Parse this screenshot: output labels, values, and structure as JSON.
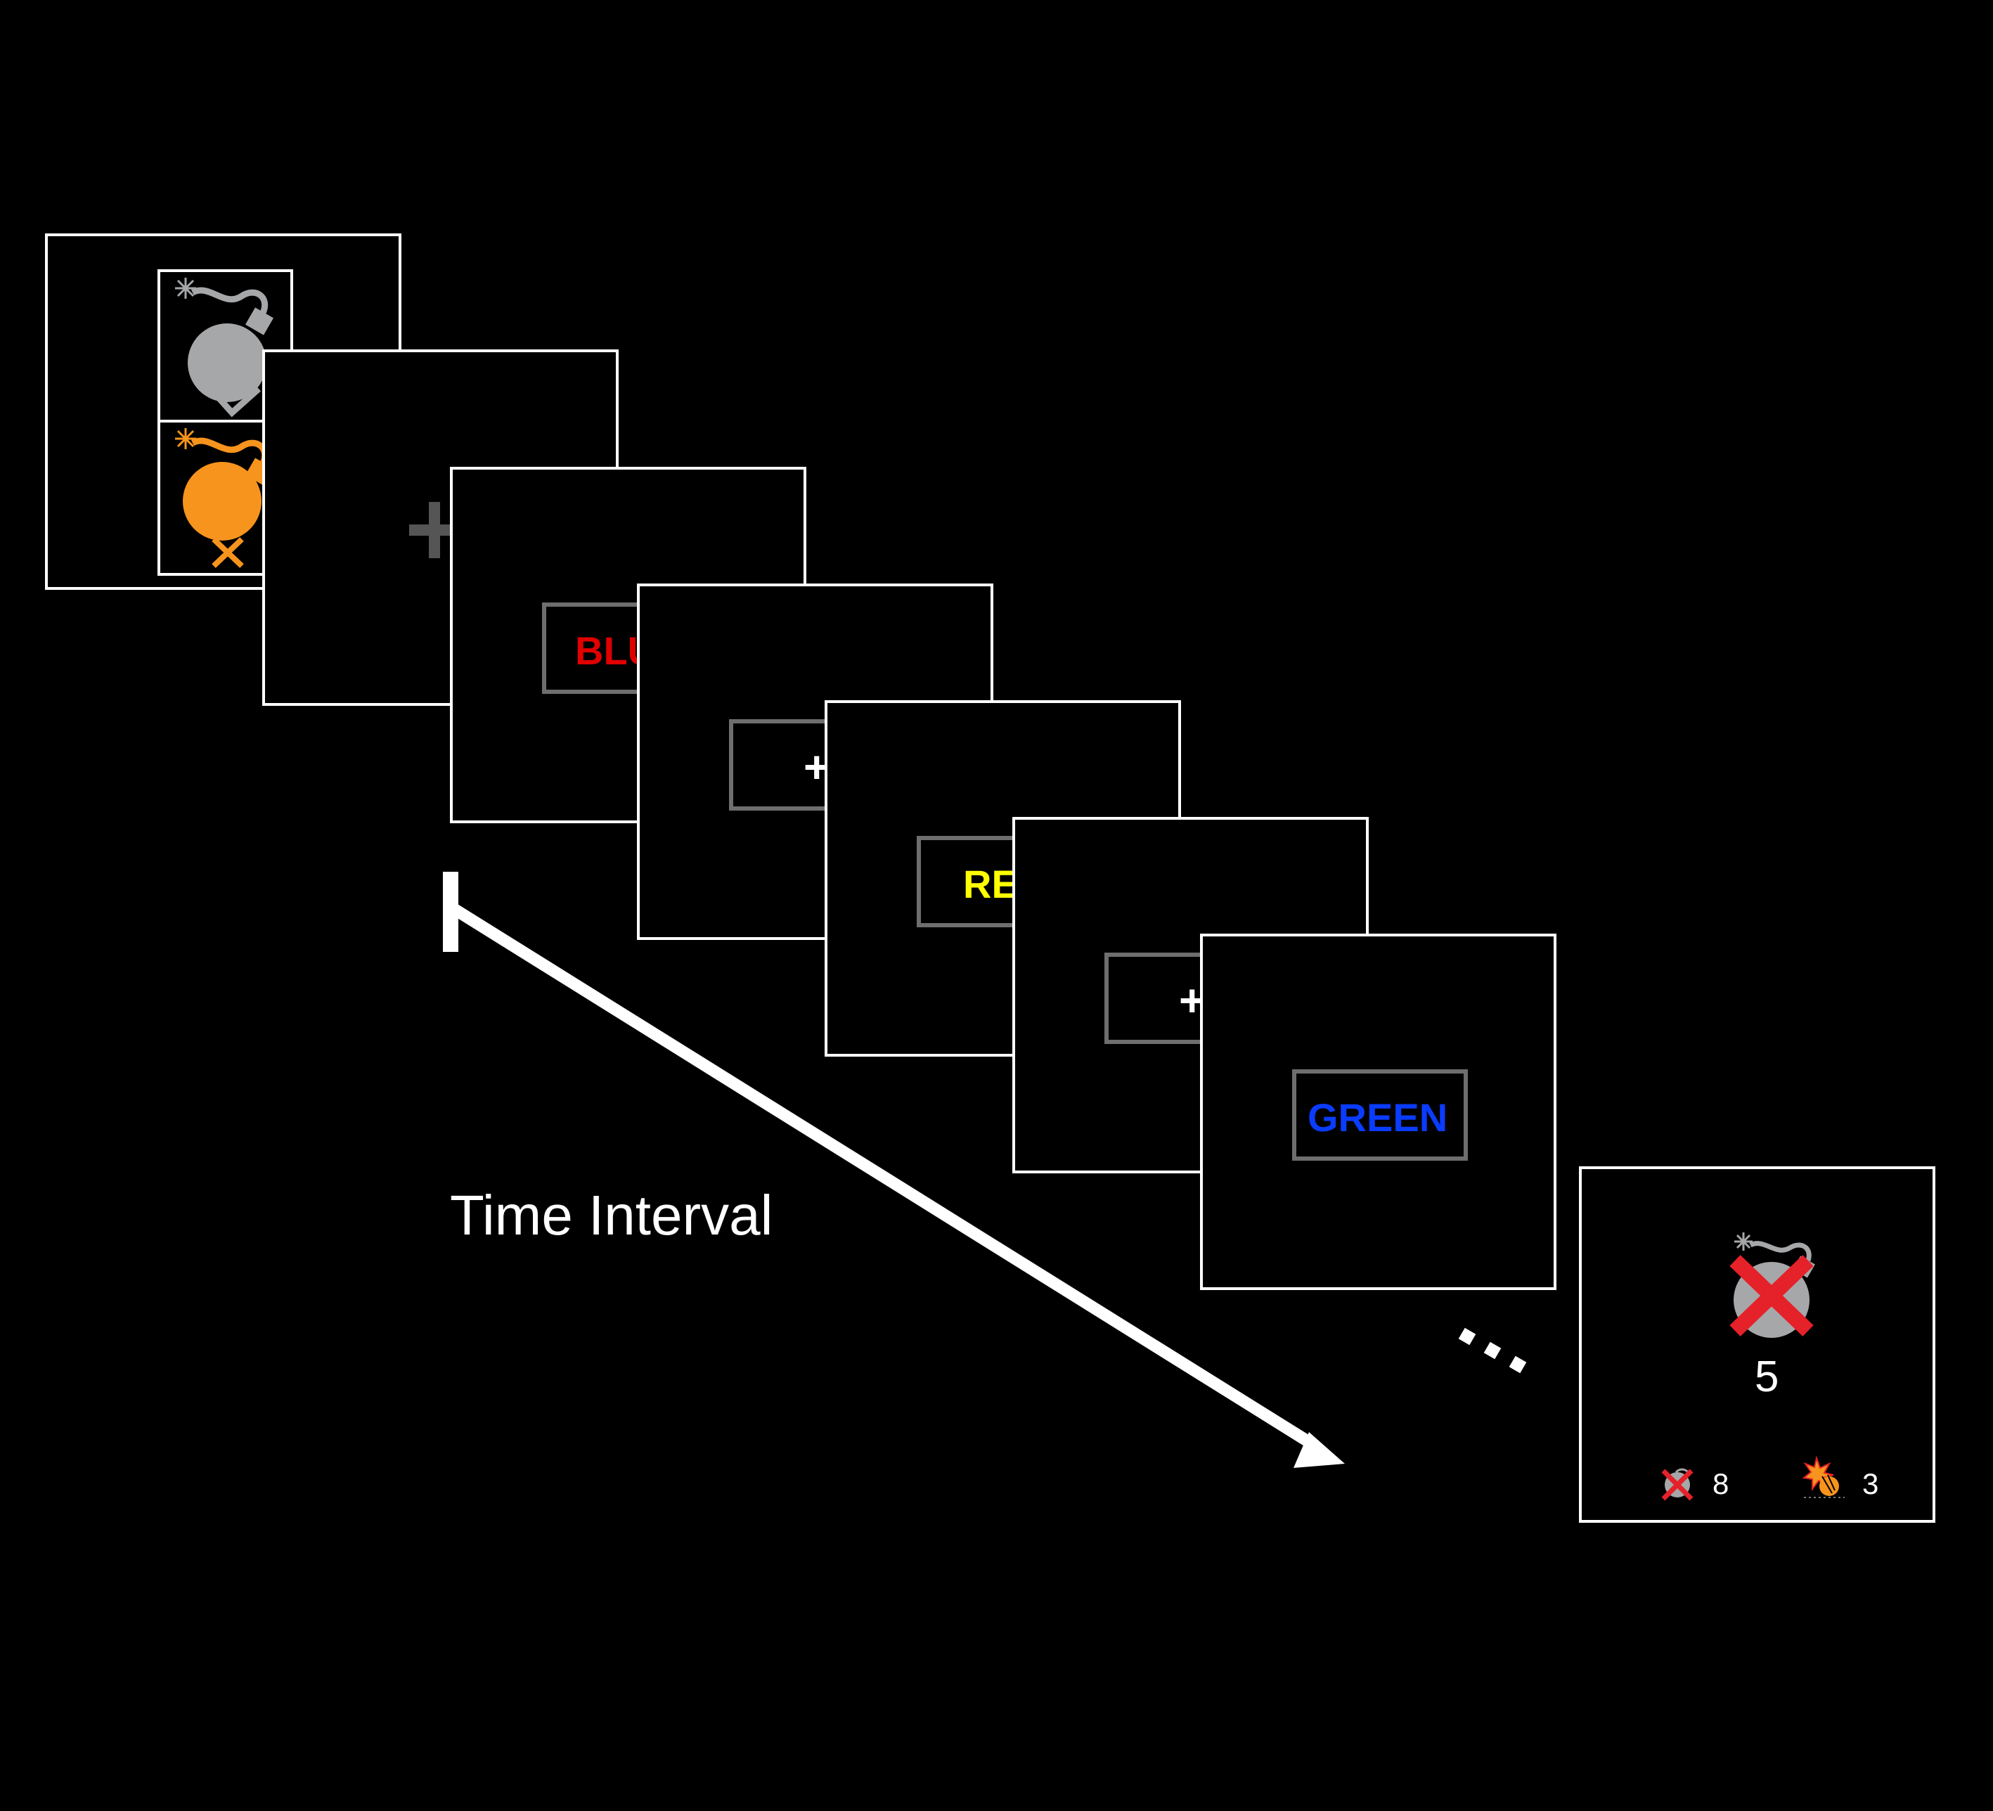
{
  "colors": {
    "background": "#000000",
    "frame": "#ffffff",
    "box": "#6e6e6e",
    "fixation_first": "#555555",
    "bomb_safe": "#a6a7a9",
    "bomb_danger": "#f7941d",
    "cross": "#e52129",
    "word_blue_text": "#e00000",
    "word_red_text": "#ffff00",
    "word_green_text": "#0a3cff"
  },
  "frames": {
    "cue": {
      "safe_icon": "gray-bomb-icon",
      "safe_mark": "checkmark-icon",
      "danger_icon": "orange-bomb-icon",
      "danger_mark": "x-mark-icon"
    },
    "fixation_1": {
      "symbol": "+"
    },
    "stimulus_1": {
      "word": "BLU"
    },
    "fixation_2": {
      "symbol": "+"
    },
    "stimulus_2": {
      "word": "RE"
    },
    "fixation_3": {
      "symbol": "+"
    },
    "stimulus_3": {
      "word": "GREEN"
    },
    "feedback": {
      "main_icon": "defused-bomb-icon",
      "main_value": "5",
      "defused_icon": "defused-bomb-small-icon",
      "defused_count": "8",
      "exploded_icon": "exploded-bomb-icon",
      "exploded_count": "3"
    }
  },
  "timeline": {
    "label": "Time Interval",
    "ellipsis": "..."
  }
}
